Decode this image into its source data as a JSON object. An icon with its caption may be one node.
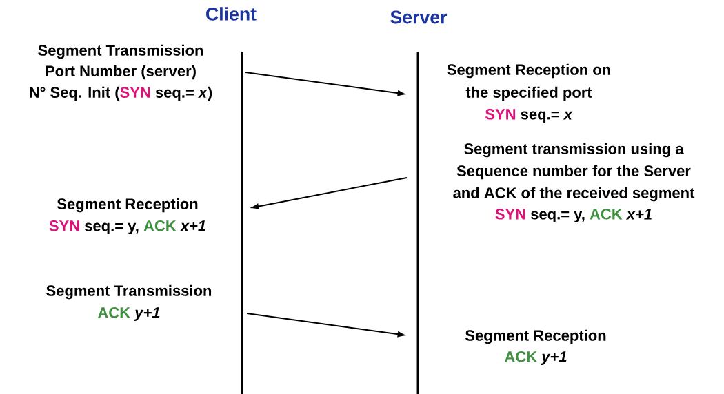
{
  "diagram": {
    "nodes": [
      {
        "text": [
          "Client"
        ]
      },
      {
        "text": [
          "Server"
        ]
      }
    ],
    "edges": [
      {
        "from": 0,
        "to": 1,
        "arrow": "to"
      },
      {
        "from": 1,
        "to": 0,
        "arrow": "to"
      },
      {
        "from": 0,
        "to": 1,
        "arrow": "to"
      }
    ],
    "labels": [
      "Segment Transmission",
      "Port Number (server)",
      "N° Seq. Init (",
      "SYN",
      "seq.= *x*)",
      "Segment Reception on",
      "the specified port",
      "SYN",
      "seq.= *x*",
      "Segment transmission using a",
      "Sequence number for the Server",
      "and ACK of the received segment",
      "SYN",
      "seq.= y,",
      "ACK",
      "*x+1*",
      "Segment Reception",
      "SYN",
      "seq.= y,",
      "ACK",
      "*x+1*",
      "Segment Transmission",
      "ACK",
      "*y+1*",
      "Segment Reception",
      "ACK",
      "*y+1*"
    ]
  }
}
